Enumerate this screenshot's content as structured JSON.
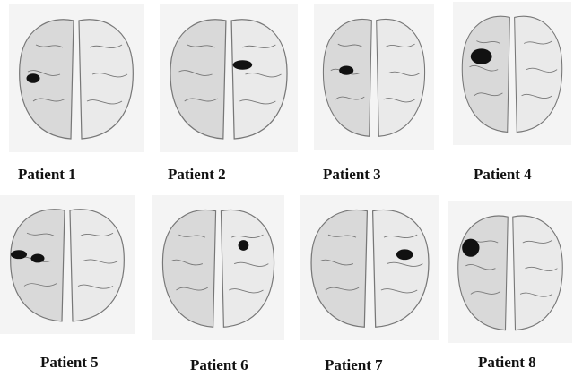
{
  "figure": {
    "panels": [
      {
        "label": "Patient 1"
      },
      {
        "label": "Patient 2"
      },
      {
        "label": "Patient 3"
      },
      {
        "label": "Patient 4"
      },
      {
        "label": "Patient 5"
      },
      {
        "label": "Patient 6"
      },
      {
        "label": "Patient 7"
      },
      {
        "label": "Patient 8"
      }
    ]
  },
  "colors": {
    "lesion": "#111111",
    "cortex": "#d9d9d9",
    "outline": "#777777"
  }
}
